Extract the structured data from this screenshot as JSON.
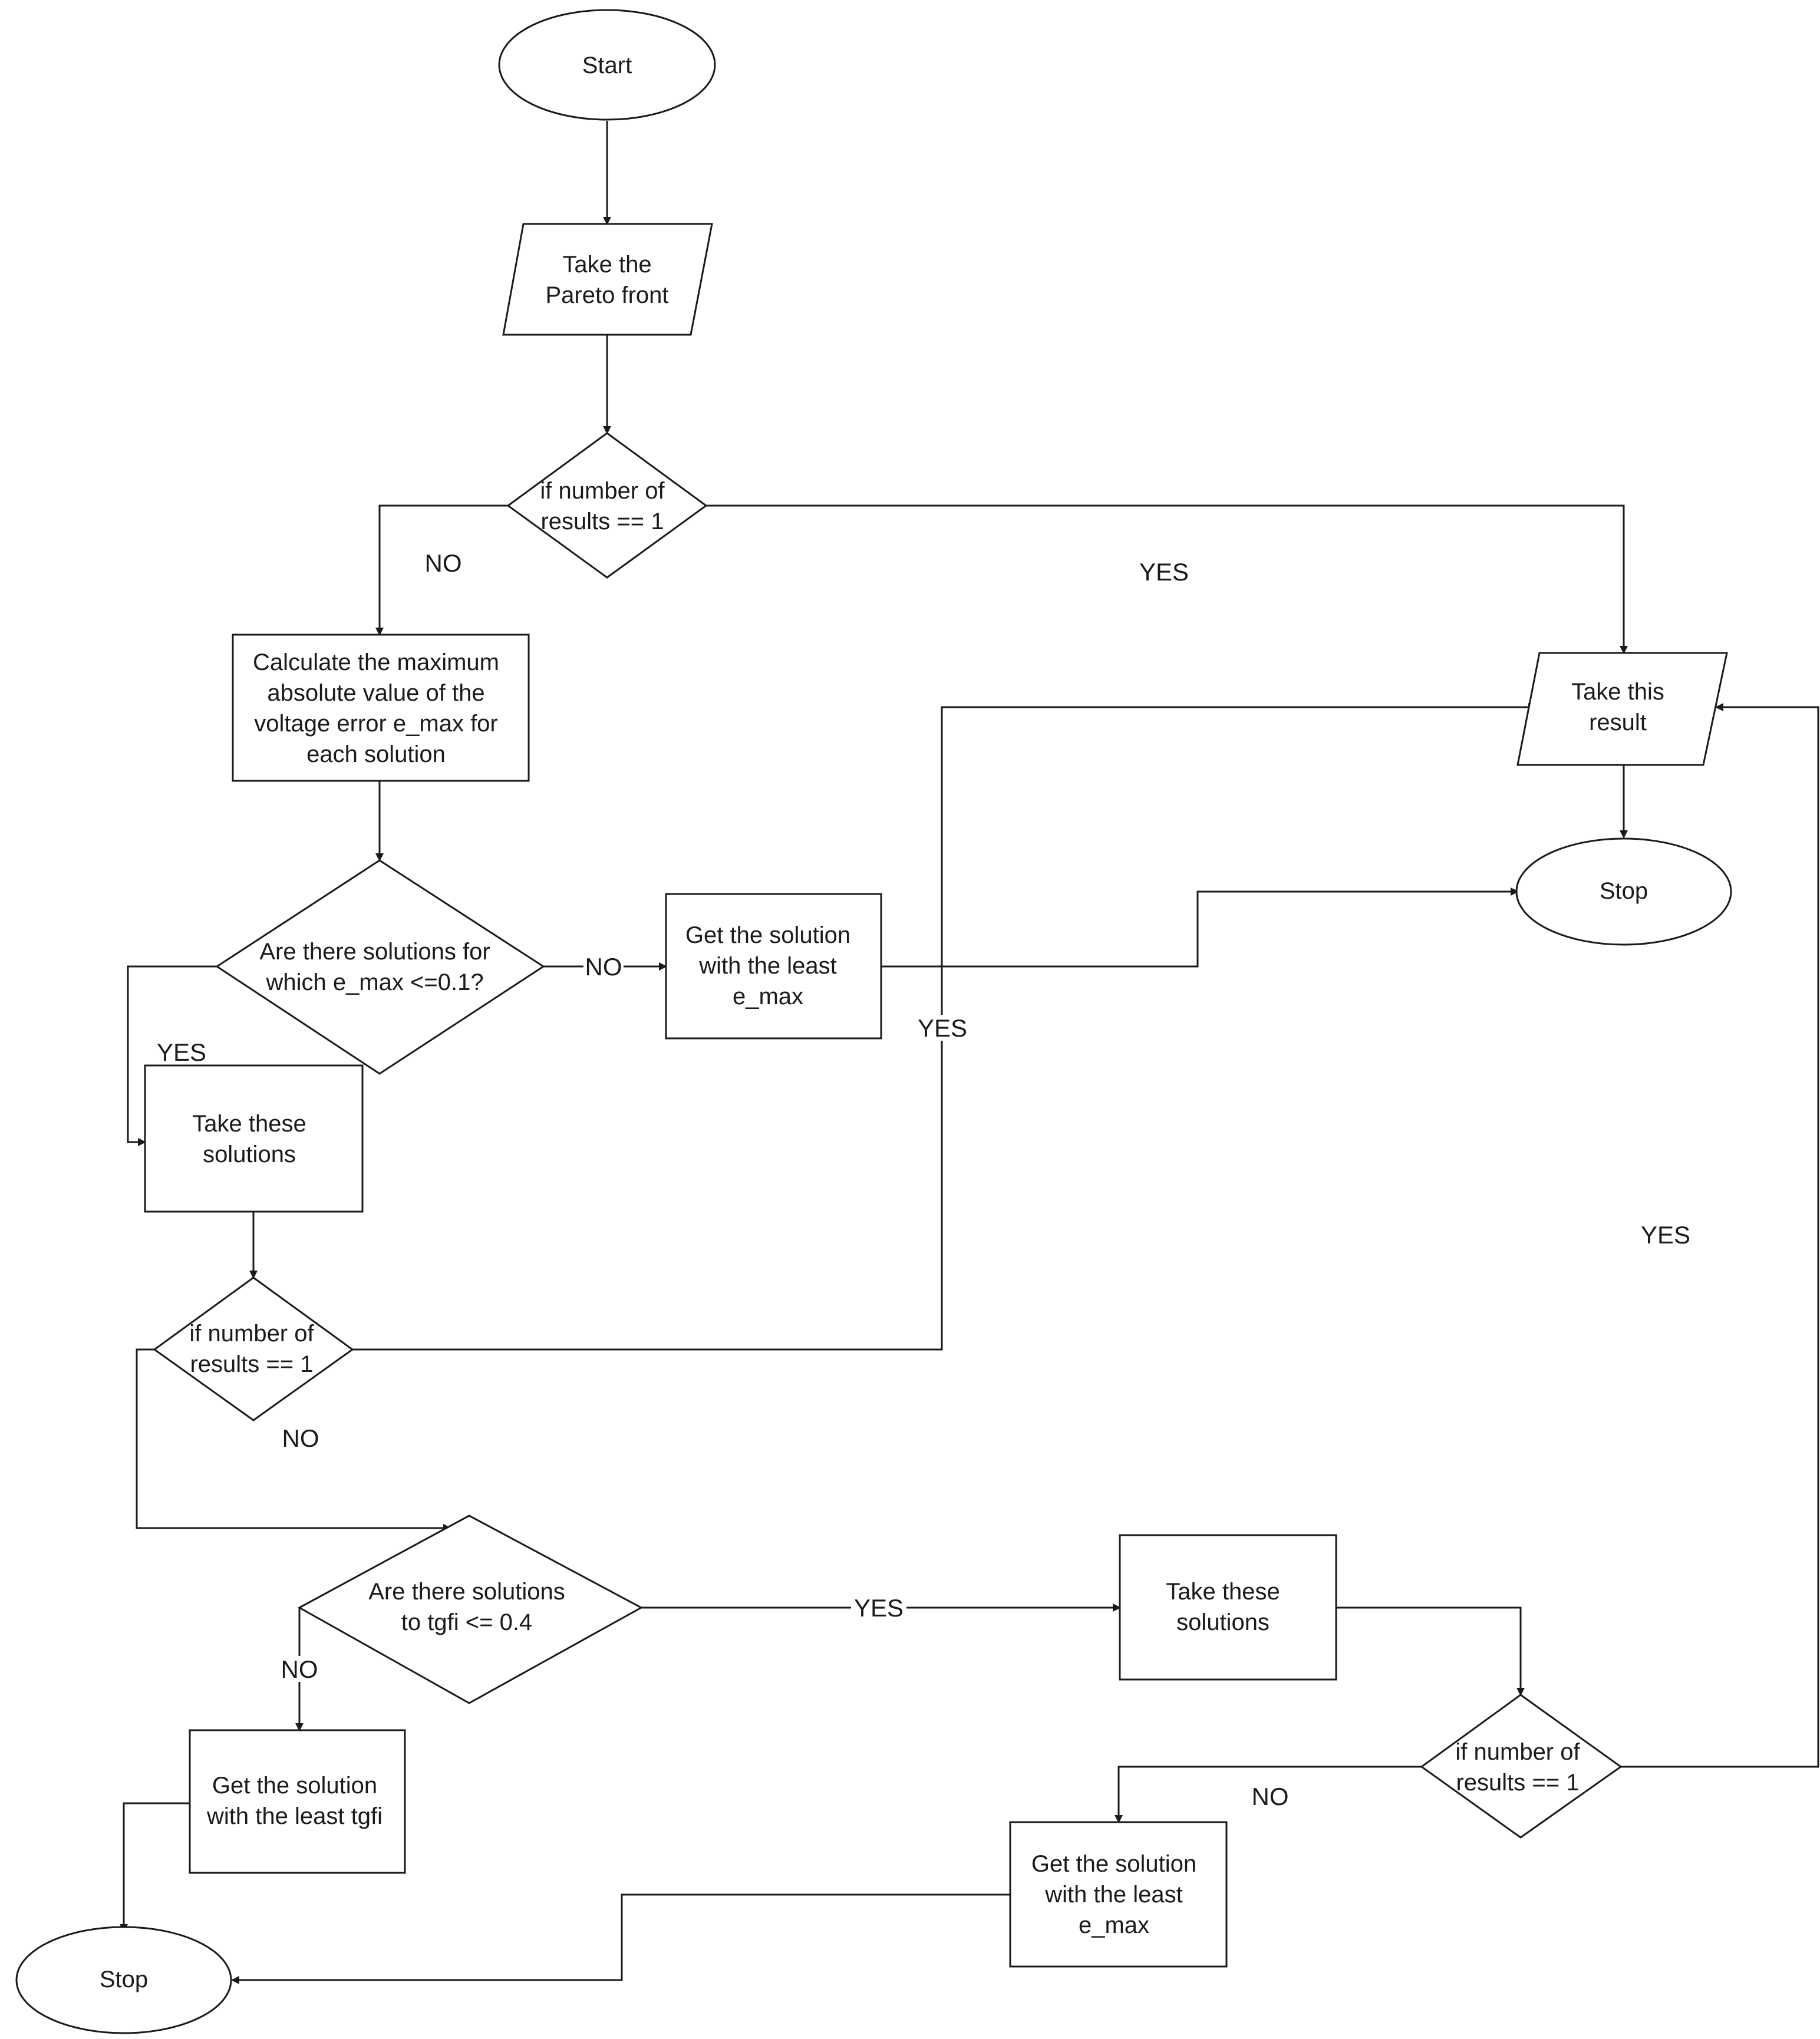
{
  "nodes": {
    "start": {
      "lines": [
        "Start"
      ]
    },
    "take_pareto": {
      "lines": [
        "Take the",
        "Pareto front"
      ]
    },
    "dec1": {
      "lines": [
        "if number of",
        "results == 1"
      ]
    },
    "calc_emax": {
      "lines": [
        "Calculate the maximum",
        "absolute value of the",
        "voltage error e_max for",
        "each solution"
      ]
    },
    "dec2": {
      "lines": [
        "Are there solutions for",
        "which e_max <=0.1?"
      ]
    },
    "least_emax_1": {
      "lines": [
        "Get the solution",
        "with the least",
        "e_max"
      ]
    },
    "take_solutions_1": {
      "lines": [
        "Take these",
        "solutions"
      ]
    },
    "dec3": {
      "lines": [
        "if number of",
        "results == 1"
      ]
    },
    "take_result": {
      "lines": [
        "Take this",
        "result"
      ]
    },
    "stop_right": {
      "lines": [
        "Stop"
      ]
    },
    "dec4": {
      "lines": [
        "Are there solutions",
        "to tgfi <= 0.4"
      ]
    },
    "take_solutions_2": {
      "lines": [
        "Take these",
        "solutions"
      ]
    },
    "least_tgfi": {
      "lines": [
        "Get the solution",
        "with the least tgfi"
      ]
    },
    "dec5": {
      "lines": [
        "if number of",
        "results == 1"
      ]
    },
    "least_emax_2": {
      "lines": [
        "Get the solution",
        "with the least",
        "e_max"
      ]
    },
    "stop_left": {
      "lines": [
        "Stop"
      ]
    }
  },
  "labels": {
    "no_1": "NO",
    "yes_1": "YES",
    "no_2": "NO",
    "yes_2": "YES",
    "yes_3": "YES",
    "no_3": "NO",
    "yes_4": "YES",
    "no_4": "NO",
    "yes_5": "YES",
    "no_5": "NO"
  }
}
